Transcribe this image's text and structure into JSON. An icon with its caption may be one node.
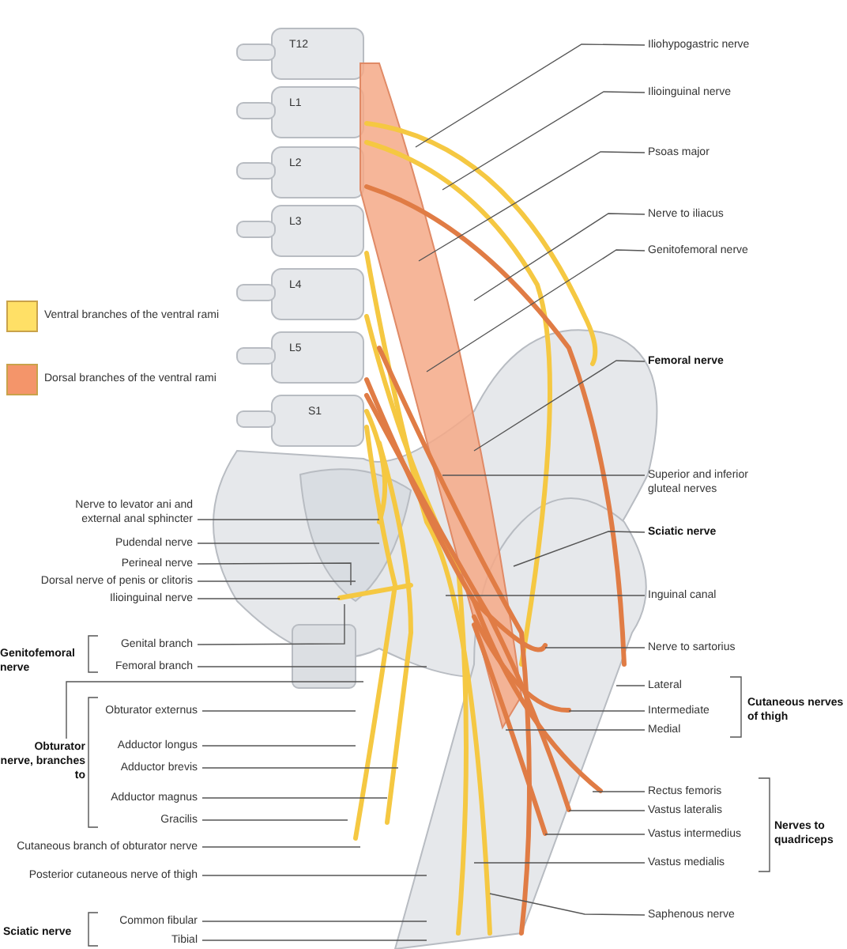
{
  "diagram": {
    "nodes": [
      {
        "text": [
          "Iliohypogastric nerve"
        ]
      },
      {
        "text": [
          "Ilioinguinal nerve"
        ]
      },
      {
        "text": [
          "Psoas major"
        ]
      },
      {
        "text": [
          "Nerve to iliacus"
        ]
      },
      {
        "text": [
          "Genitofemoral nerve"
        ]
      },
      {
        "text": [
          "Femoral nerve"
        ]
      },
      {
        "text": [
          "Superior and inferior gluteal nerves"
        ]
      },
      {
        "text": [
          "Sciatic nerve"
        ]
      },
      {
        "text": [
          "Inguinal canal"
        ]
      },
      {
        "text": [
          "Nerve to sartorius"
        ]
      },
      {
        "text": [
          "Lateral"
        ]
      },
      {
        "text": [
          "Intermediate"
        ]
      },
      {
        "text": [
          "Medial"
        ]
      },
      {
        "text": [
          "Rectus femoris"
        ]
      },
      {
        "text": [
          "Vastus lateralis"
        ]
      },
      {
        "text": [
          "Vastus intermedius"
        ]
      },
      {
        "text": [
          "Vastus medialis"
        ]
      },
      {
        "text": [
          "Saphenous nerve"
        ]
      },
      {
        "text": [
          "Nerve to levator ani and external anal sphincter"
        ]
      },
      {
        "text": [
          "Pudendal nerve"
        ]
      },
      {
        "text": [
          "Perineal nerve"
        ]
      },
      {
        "text": [
          "Dorsal nerve of penis or clitoris"
        ]
      },
      {
        "text": [
          "Ilioinguinal nerve"
        ]
      },
      {
        "text": [
          "Genital branch"
        ]
      },
      {
        "text": [
          "Femoral branch"
        ]
      },
      {
        "text": [
          "Obturator nerve, branches to"
        ]
      },
      {
        "text": [
          "Obturator externus"
        ]
      },
      {
        "text": [
          "Adductor longus"
        ]
      },
      {
        "text": [
          "Adductor brevis"
        ]
      },
      {
        "text": [
          "Adductor magnus"
        ]
      },
      {
        "text": [
          "Gracilis"
        ]
      },
      {
        "text": [
          "Cutaneous branch of obturator nerve"
        ]
      },
      {
        "text": [
          "Posterior cutaneous nerve of thigh"
        ]
      },
      {
        "text": [
          "Common fibular"
        ]
      },
      {
        "text": [
          "Tibial"
        ]
      }
    ],
    "edges": [
      {
        "from": 0,
        "to": null,
        "arrow": "none"
      },
      {
        "from": 1,
        "to": null,
        "arrow": "none"
      },
      {
        "from": 2,
        "to": null,
        "arrow": "none"
      },
      {
        "from": 3,
        "to": null,
        "arrow": "none"
      },
      {
        "from": 4,
        "to": null,
        "arrow": "none"
      },
      {
        "from": 5,
        "to": null,
        "arrow": "none"
      },
      {
        "from": 6,
        "to": null,
        "arrow": "none"
      },
      {
        "from": 7,
        "to": null,
        "arrow": "none"
      },
      {
        "from": 8,
        "to": null,
        "arrow": "none"
      },
      {
        "from": 9,
        "to": null,
        "arrow": "none"
      },
      {
        "from": 10,
        "to": null,
        "arrow": "none"
      },
      {
        "from": 11,
        "to": null,
        "arrow": "none"
      },
      {
        "from": 12,
        "to": null,
        "arrow": "none"
      },
      {
        "from": 13,
        "to": null,
        "arrow": "none"
      },
      {
        "from": 14,
        "to": null,
        "arrow": "none"
      },
      {
        "from": 15,
        "to": null,
        "arrow": "none"
      },
      {
        "from": 16,
        "to": null,
        "arrow": "none"
      },
      {
        "from": 17,
        "to": null,
        "arrow": "none"
      },
      {
        "from": 18,
        "to": null,
        "arrow": "none"
      },
      {
        "from": 19,
        "to": null,
        "arrow": "none"
      },
      {
        "from": 20,
        "to": null,
        "arrow": "none"
      },
      {
        "from": 21,
        "to": null,
        "arrow": "none"
      },
      {
        "from": 22,
        "to": null,
        "arrow": "none"
      },
      {
        "from": 23,
        "to": null,
        "arrow": "none"
      },
      {
        "from": 24,
        "to": null,
        "arrow": "none"
      },
      {
        "from": 25,
        "to": null,
        "arrow": "none"
      },
      {
        "from": 26,
        "to": null,
        "arrow": "none"
      },
      {
        "from": 27,
        "to": null,
        "arrow": "none"
      },
      {
        "from": 28,
        "to": null,
        "arrow": "none"
      },
      {
        "from": 29,
        "to": null,
        "arrow": "none"
      },
      {
        "from": 30,
        "to": null,
        "arrow": "none"
      },
      {
        "from": 31,
        "to": null,
        "arrow": "none"
      },
      {
        "from": 32,
        "to": null,
        "arrow": "none"
      },
      {
        "from": 33,
        "to": null,
        "arrow": "none"
      },
      {
        "from": 34,
        "to": null,
        "arrow": "none"
      }
    ],
    "labels": [
      "T12",
      "L1",
      "L2",
      "L3",
      "L4",
      "L5",
      "S1",
      "Genitofemoral nerve",
      "Cutaneous nerves of thigh",
      "Nerves to quadriceps",
      "Sciatic nerve"
    ],
    "legend": [
      {
        "text": "Ventral branches of the ventral rami",
        "color": "#ffe066"
      },
      {
        "text": "Dorsal branches of the ventral rami",
        "color": "#f4956a"
      }
    ]
  }
}
